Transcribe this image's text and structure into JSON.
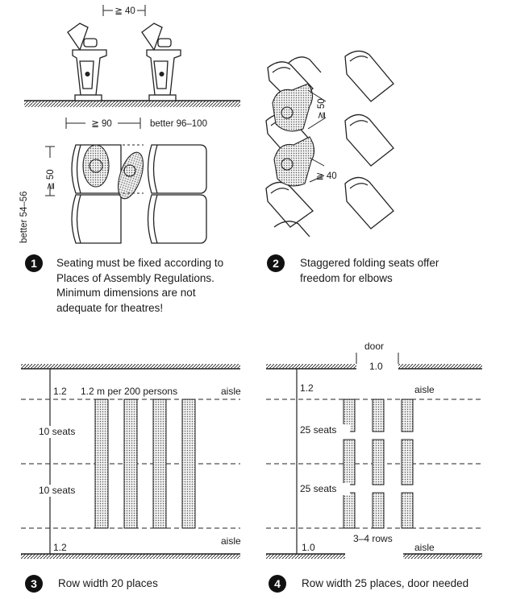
{
  "figures": [
    {
      "number": "1",
      "caption": "Seating must be fixed according to\nPlaces of Assembly Regulations.\nMinimum dimensions are not\nadequate for theatres!",
      "dims": {
        "top": "≧ 40",
        "row": "≧ 90",
        "row_better": "better 96–100",
        "side": "≧ 50",
        "side_better": "better 54–56"
      }
    },
    {
      "number": "2",
      "caption": "Staggered folding seats offer\nfreedom for elbows",
      "dims": {
        "a": "≧ 50",
        "b": "≧ 40"
      }
    },
    {
      "number": "3",
      "caption": "Row width 20 places",
      "labels": {
        "top_width": "1.2",
        "rule": "1.2 m per 200 persons",
        "aisle_top": "aisle",
        "seats_1": "10 seats",
        "seats_2": "10 seats",
        "aisle_bottom": "aisle",
        "bottom_width": "1.2"
      }
    },
    {
      "number": "4",
      "caption": "Row width 25 places, door needed",
      "labels": {
        "door": "door",
        "door_width": "1.0",
        "top_width": "1.2",
        "aisle_top": "aisle",
        "seats_1": "25 seats",
        "seats_2": "25 seats",
        "rows": "3–4 rows",
        "bottom_width": "1.0",
        "aisle_bottom": "aisle"
      }
    }
  ]
}
